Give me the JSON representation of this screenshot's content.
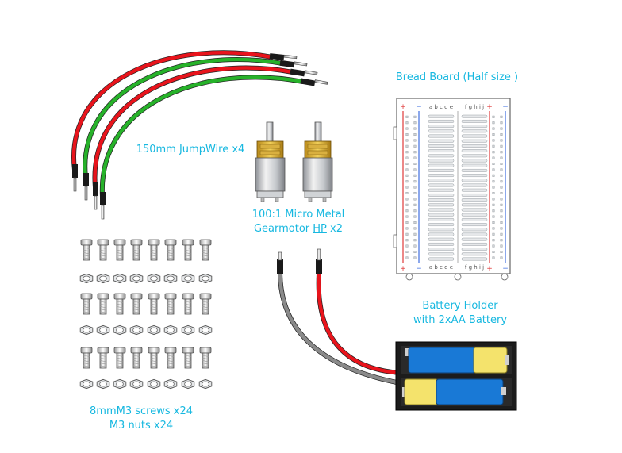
{
  "colors": {
    "label": "#17b8e0",
    "wire_red": "#e8141c",
    "wire_green": "#27b22a",
    "wire_gray": "#8a8a8a",
    "battery_blue": "#1979d6",
    "battery_yellow": "#f4e36c",
    "holder": "#1c1c1c",
    "board_red": "#e03a3a",
    "board_blue": "#3f6fe0"
  },
  "labels": {
    "jumpwire": "150mm JumpWire x4",
    "motor_line1": "100:1 Micro Metal",
    "motor_line2_a": "Gearmotor ",
    "motor_line2_hp": "HP",
    "motor_line2_b": " x2",
    "breadboard": "Bread Board (Half size )",
    "battery_line1": "Battery Holder",
    "battery_line2": "with 2xAA Battery",
    "screws": "8mmM3 screws  x24",
    "nuts": "M3 nuts x24"
  },
  "breadboard": {
    "cols_left": "a b c d e",
    "cols_right": "f g h i j",
    "plus": "+",
    "minus": "−"
  },
  "components": [
    "jumpwire-set",
    "gearmotor-pair",
    "half-breadboard",
    "battery-holder",
    "screw-grid",
    "nut-grid"
  ]
}
